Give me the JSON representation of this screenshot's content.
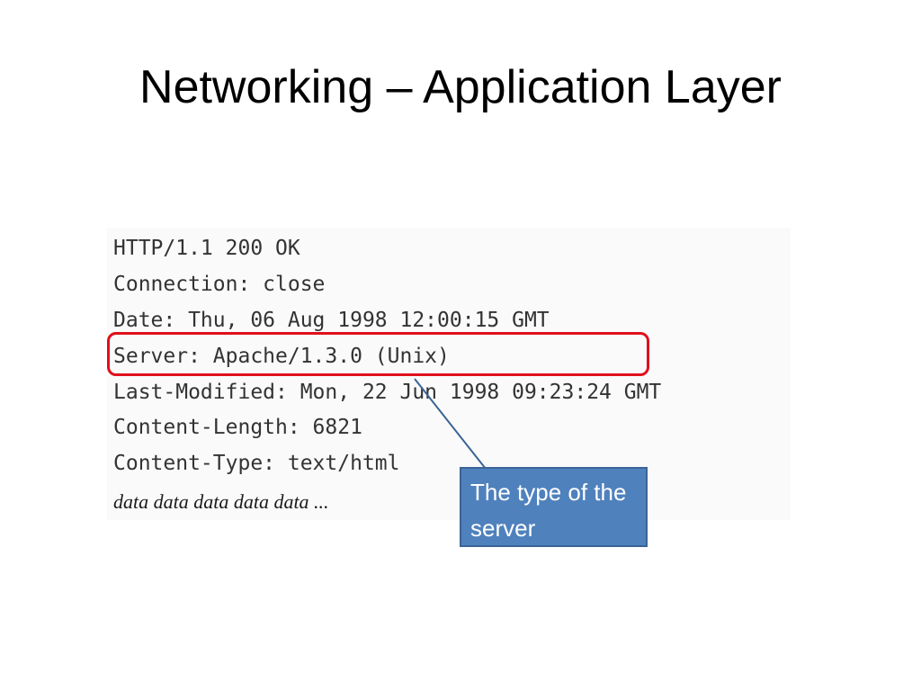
{
  "slide": {
    "title": "Networking – Application Layer"
  },
  "http_response": {
    "lines": [
      "HTTP/1.1 200 OK",
      "Connection: close",
      "Date: Thu, 06 Aug 1998 12:00:15 GMT",
      "Server: Apache/1.3.0 (Unix)",
      "Last-Modified: Mon, 22 Jun 1998 09:23:24 GMT",
      "Content-Length: 6821",
      "Content-Type: text/html"
    ],
    "body": "data data data data data ..."
  },
  "annotation": {
    "highlighted_line": "Server: Apache/1.3.0 (Unix)",
    "callout_text": "The type of the server",
    "highlight_color": "#e0101c",
    "callout_color": "#4f81bd"
  }
}
